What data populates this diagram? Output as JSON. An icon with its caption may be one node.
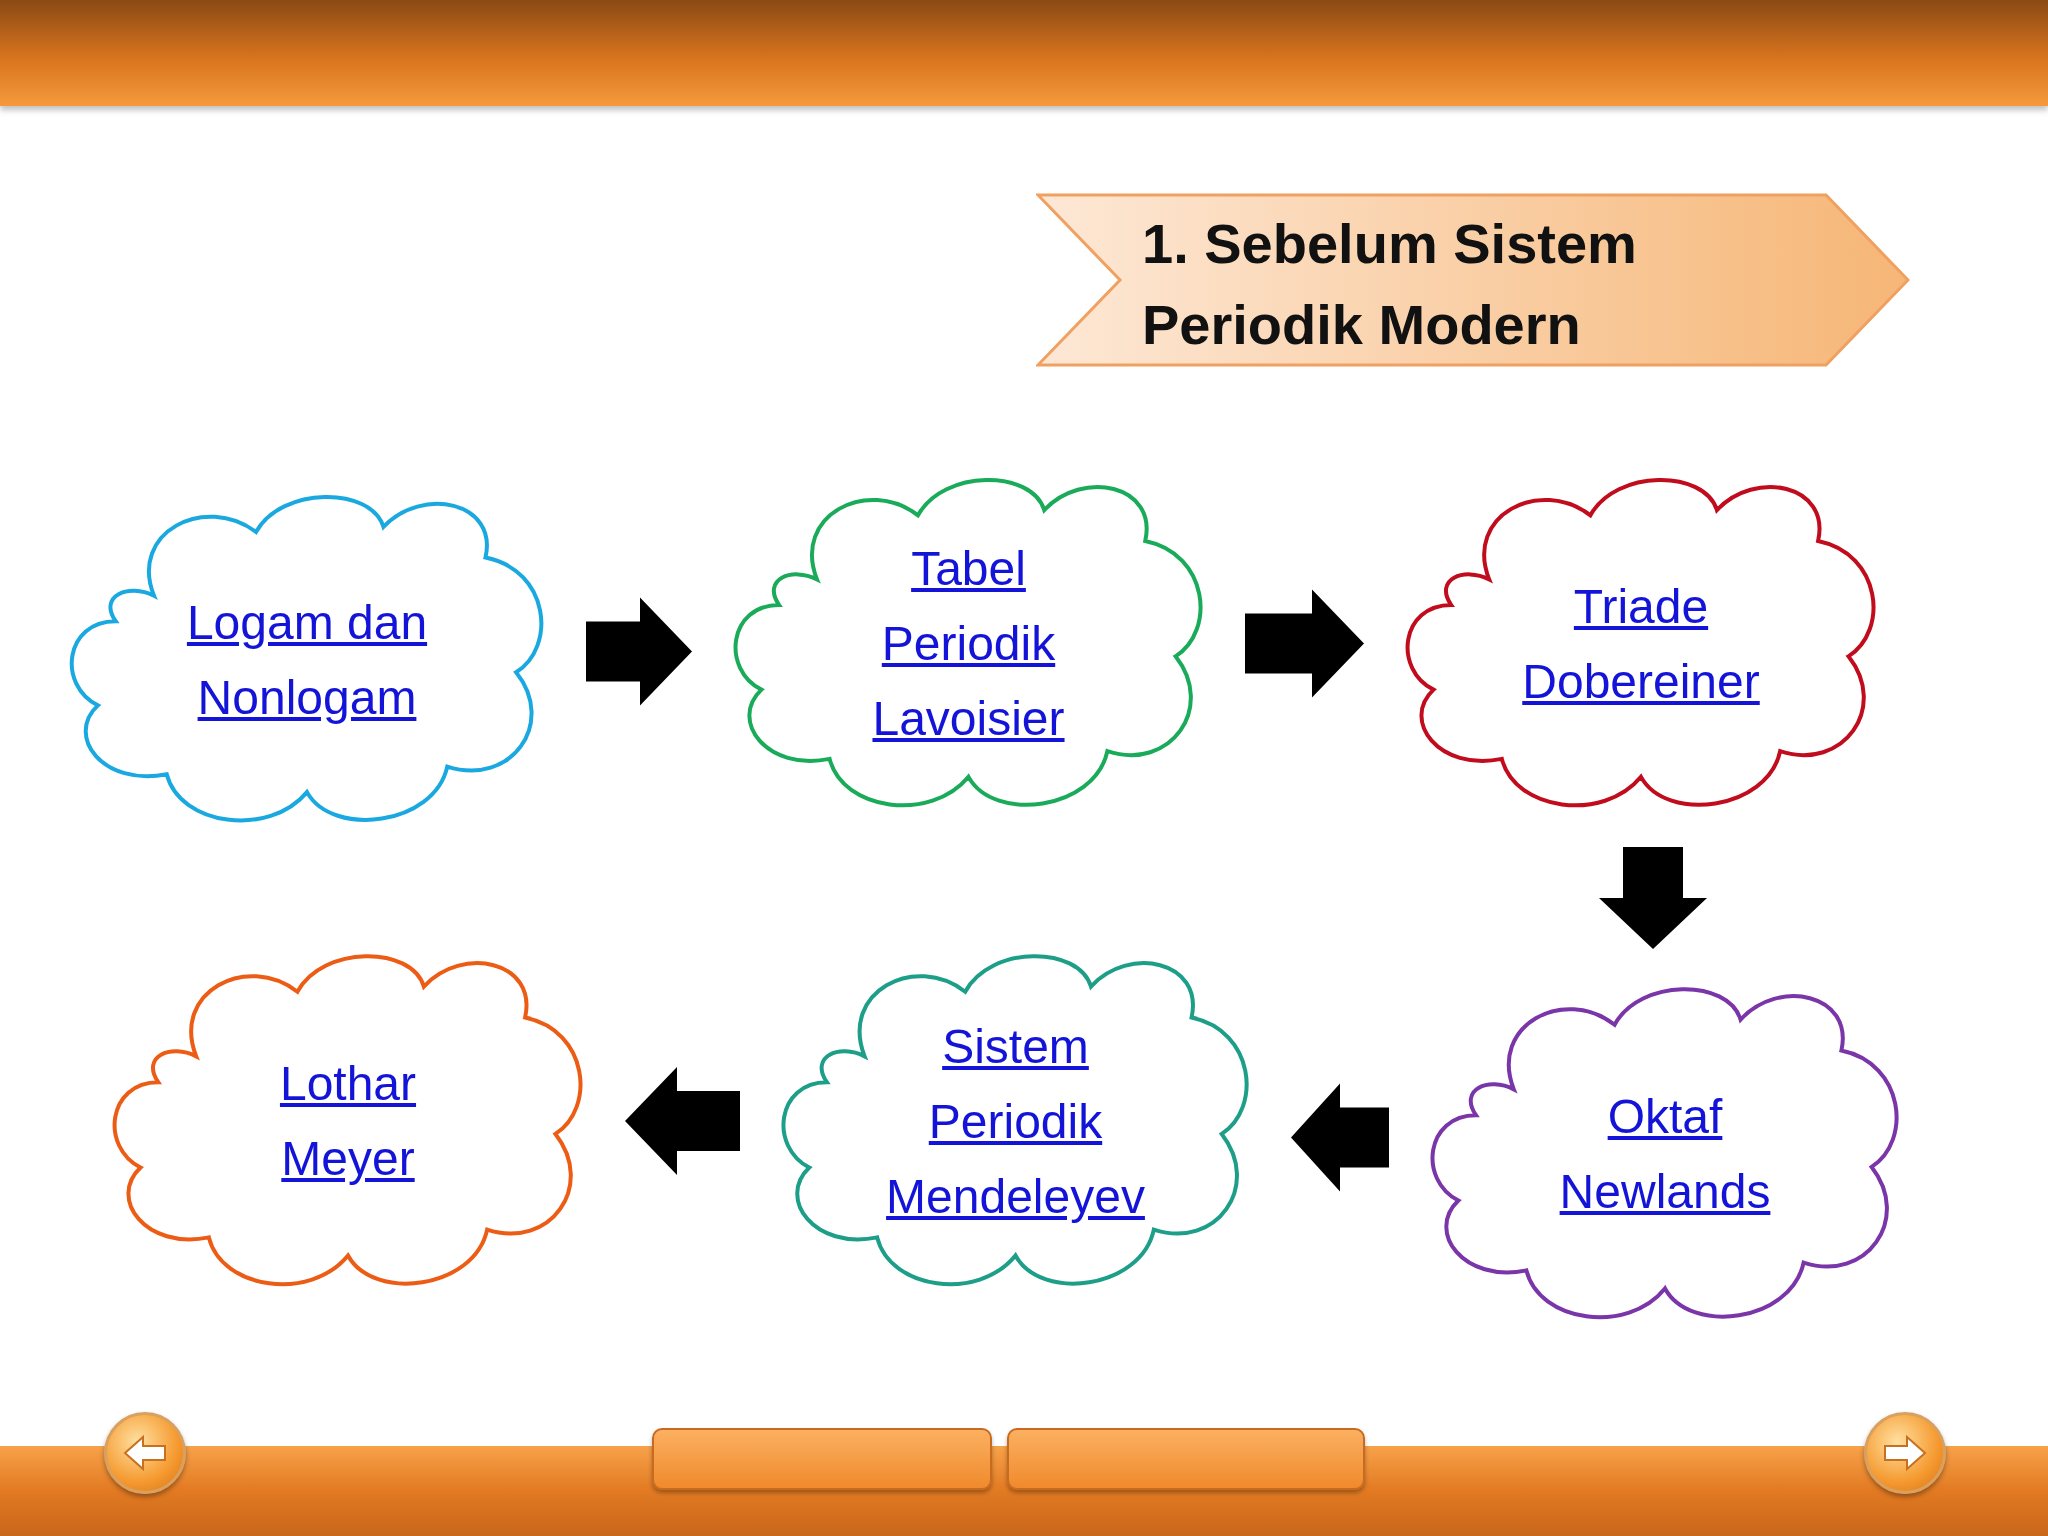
{
  "diagram": {
    "title": "1. Sebelum Sistem Periodik Modern",
    "nodes": [
      {
        "text": [
          "Logam dan Nonlogam"
        ]
      },
      {
        "text": [
          "Tabel Periodik Lavoisier"
        ]
      },
      {
        "text": [
          "Triade Dobereiner"
        ]
      },
      {
        "text": [
          "Oktaf Newlands"
        ]
      },
      {
        "text": [
          "Sistem Periodik Mendeleyev"
        ]
      },
      {
        "text": [
          "Lothar Meyer"
        ]
      }
    ],
    "edges": [
      {
        "from": 0,
        "to": 1,
        "arrow": "to"
      },
      {
        "from": 1,
        "to": 2,
        "arrow": "to"
      },
      {
        "from": 2,
        "to": 3,
        "arrow": "to"
      },
      {
        "from": 3,
        "to": 4,
        "arrow": "to"
      },
      {
        "from": 4,
        "to": 5,
        "arrow": "to"
      }
    ]
  }
}
